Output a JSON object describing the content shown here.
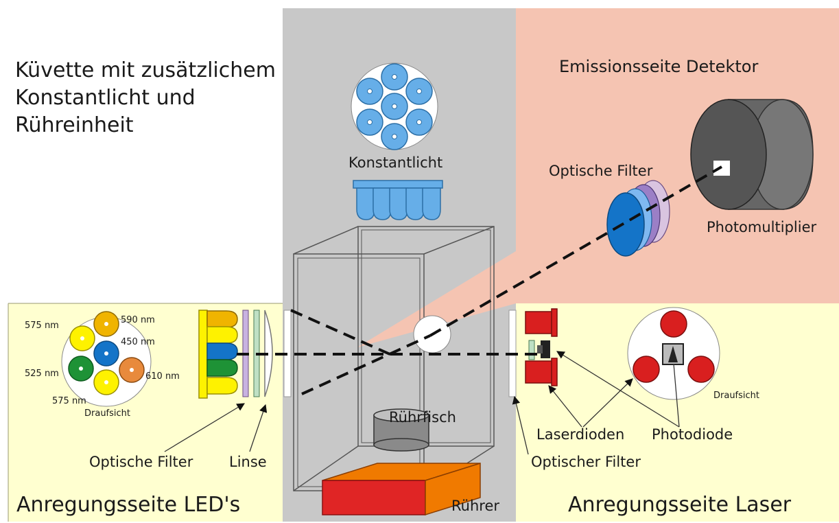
{
  "title": {
    "line1": "Küvette mit zusätzlichem",
    "line2": "Konstantlicht und",
    "line3": "Rühreinheit"
  },
  "labels": {
    "emission_side": "Emissionsseite Detektor",
    "constant_light": "Konstantlicht",
    "optical_filter_emission": "Optische Filter",
    "photomultiplier": "Photomultiplier",
    "stir_bar": "Rührfisch",
    "stirrer": "Rührer",
    "excitation_led": "Anregungsseite LED's",
    "excitation_laser": "Anregungsseite Laser",
    "optical_filter_led": "Optische Filter",
    "lens": "Linse",
    "optical_filter_laser": "Optischer Filter",
    "laser_diodes": "Laserdioden",
    "photodiode": "Photodiode",
    "top_view_led": "Draufsicht",
    "top_view_laser": "Draufsicht"
  },
  "led_wavelengths": {
    "w575_top": "575 nm",
    "w590": "590 nm",
    "w450": "450 nm",
    "w525": "525 nm",
    "w610": "610 nm",
    "w575_bottom": "575 nm"
  },
  "colors": {
    "gray_panel": "#c8c8c8",
    "pink_panel": "#f5c4b2",
    "yellow_panel": "#ffffd0",
    "led_blue": "#66aee8",
    "led_yellow": "#fef200",
    "led_orange": "#f0b400",
    "led_green": "#1e9236",
    "led_dark_blue": "#1474c8",
    "led_amber": "#e88a3c",
    "laser_red": "#d91f1f",
    "stirrer_orange": "#f07a00",
    "stirrer_red": "#e02525",
    "photomultiplier_gray": "#555555"
  }
}
